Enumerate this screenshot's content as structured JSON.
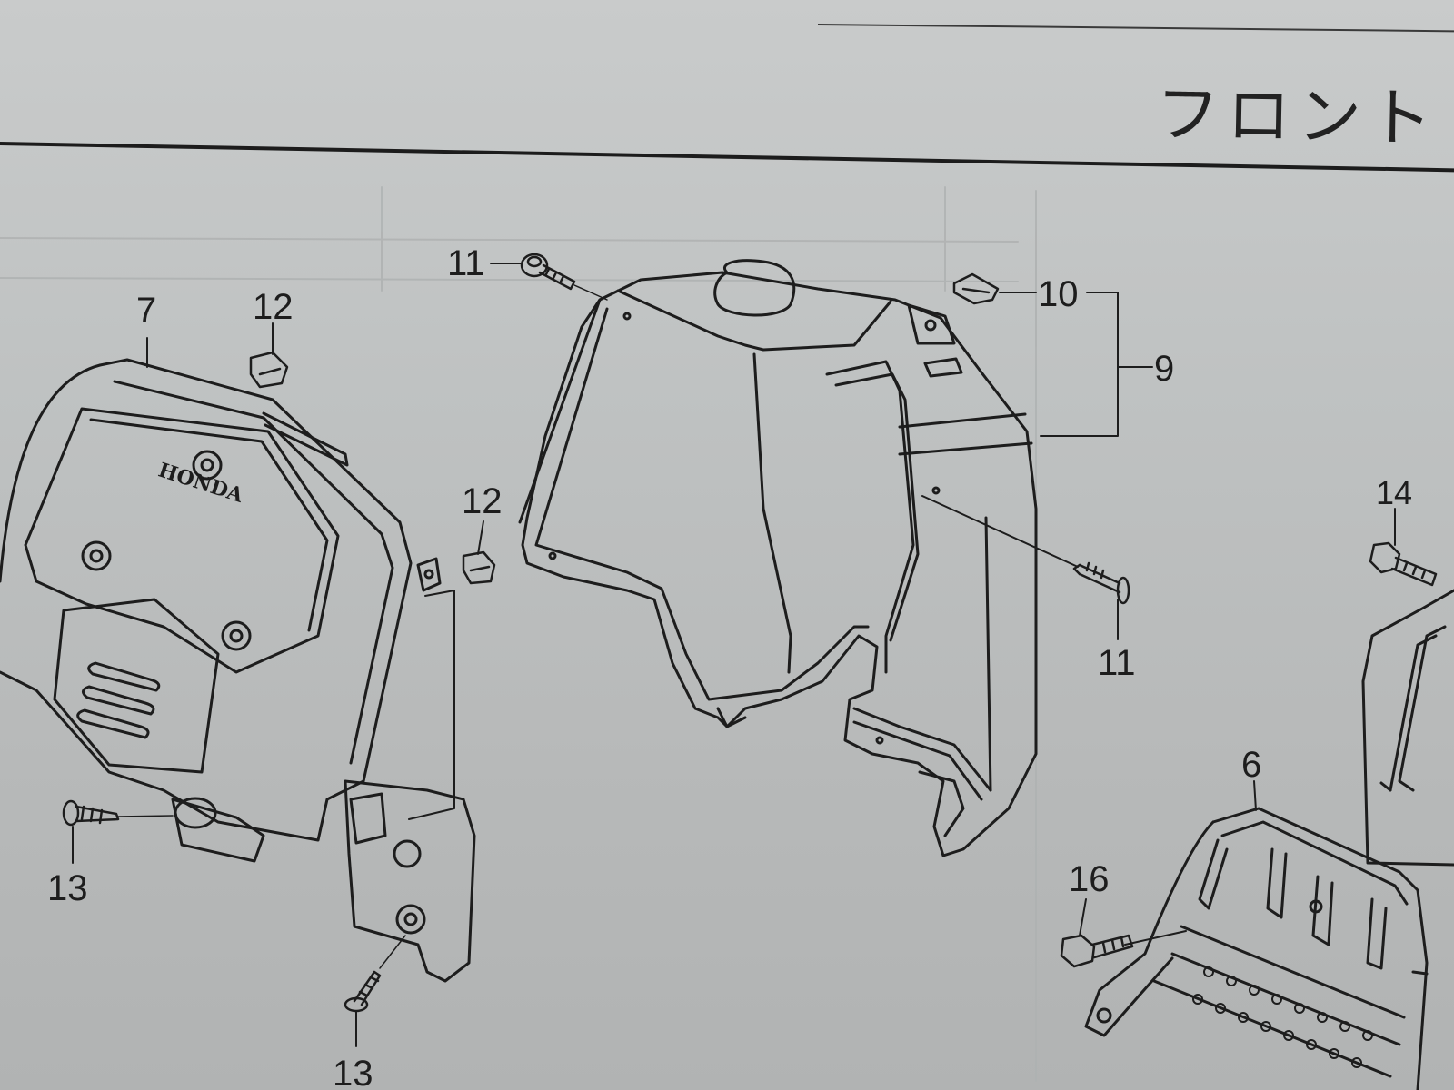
{
  "header": {
    "title": "フロント"
  },
  "parts": {
    "brand_mark": "HONDA",
    "callouts": [
      {
        "id": "c11a",
        "label": "11"
      },
      {
        "id": "c7",
        "label": "7"
      },
      {
        "id": "c12a",
        "label": "12"
      },
      {
        "id": "c12b",
        "label": "12"
      },
      {
        "id": "c10",
        "label": "10"
      },
      {
        "id": "c9",
        "label": "9"
      },
      {
        "id": "c14",
        "label": "14"
      },
      {
        "id": "c11b",
        "label": "11"
      },
      {
        "id": "c6",
        "label": "6"
      },
      {
        "id": "c16",
        "label": "16"
      },
      {
        "id": "c13a",
        "label": "13"
      },
      {
        "id": "c13b",
        "label": "13"
      }
    ]
  },
  "colors": {
    "paper": "#c4c6c6",
    "ink": "#1d1d1d"
  }
}
